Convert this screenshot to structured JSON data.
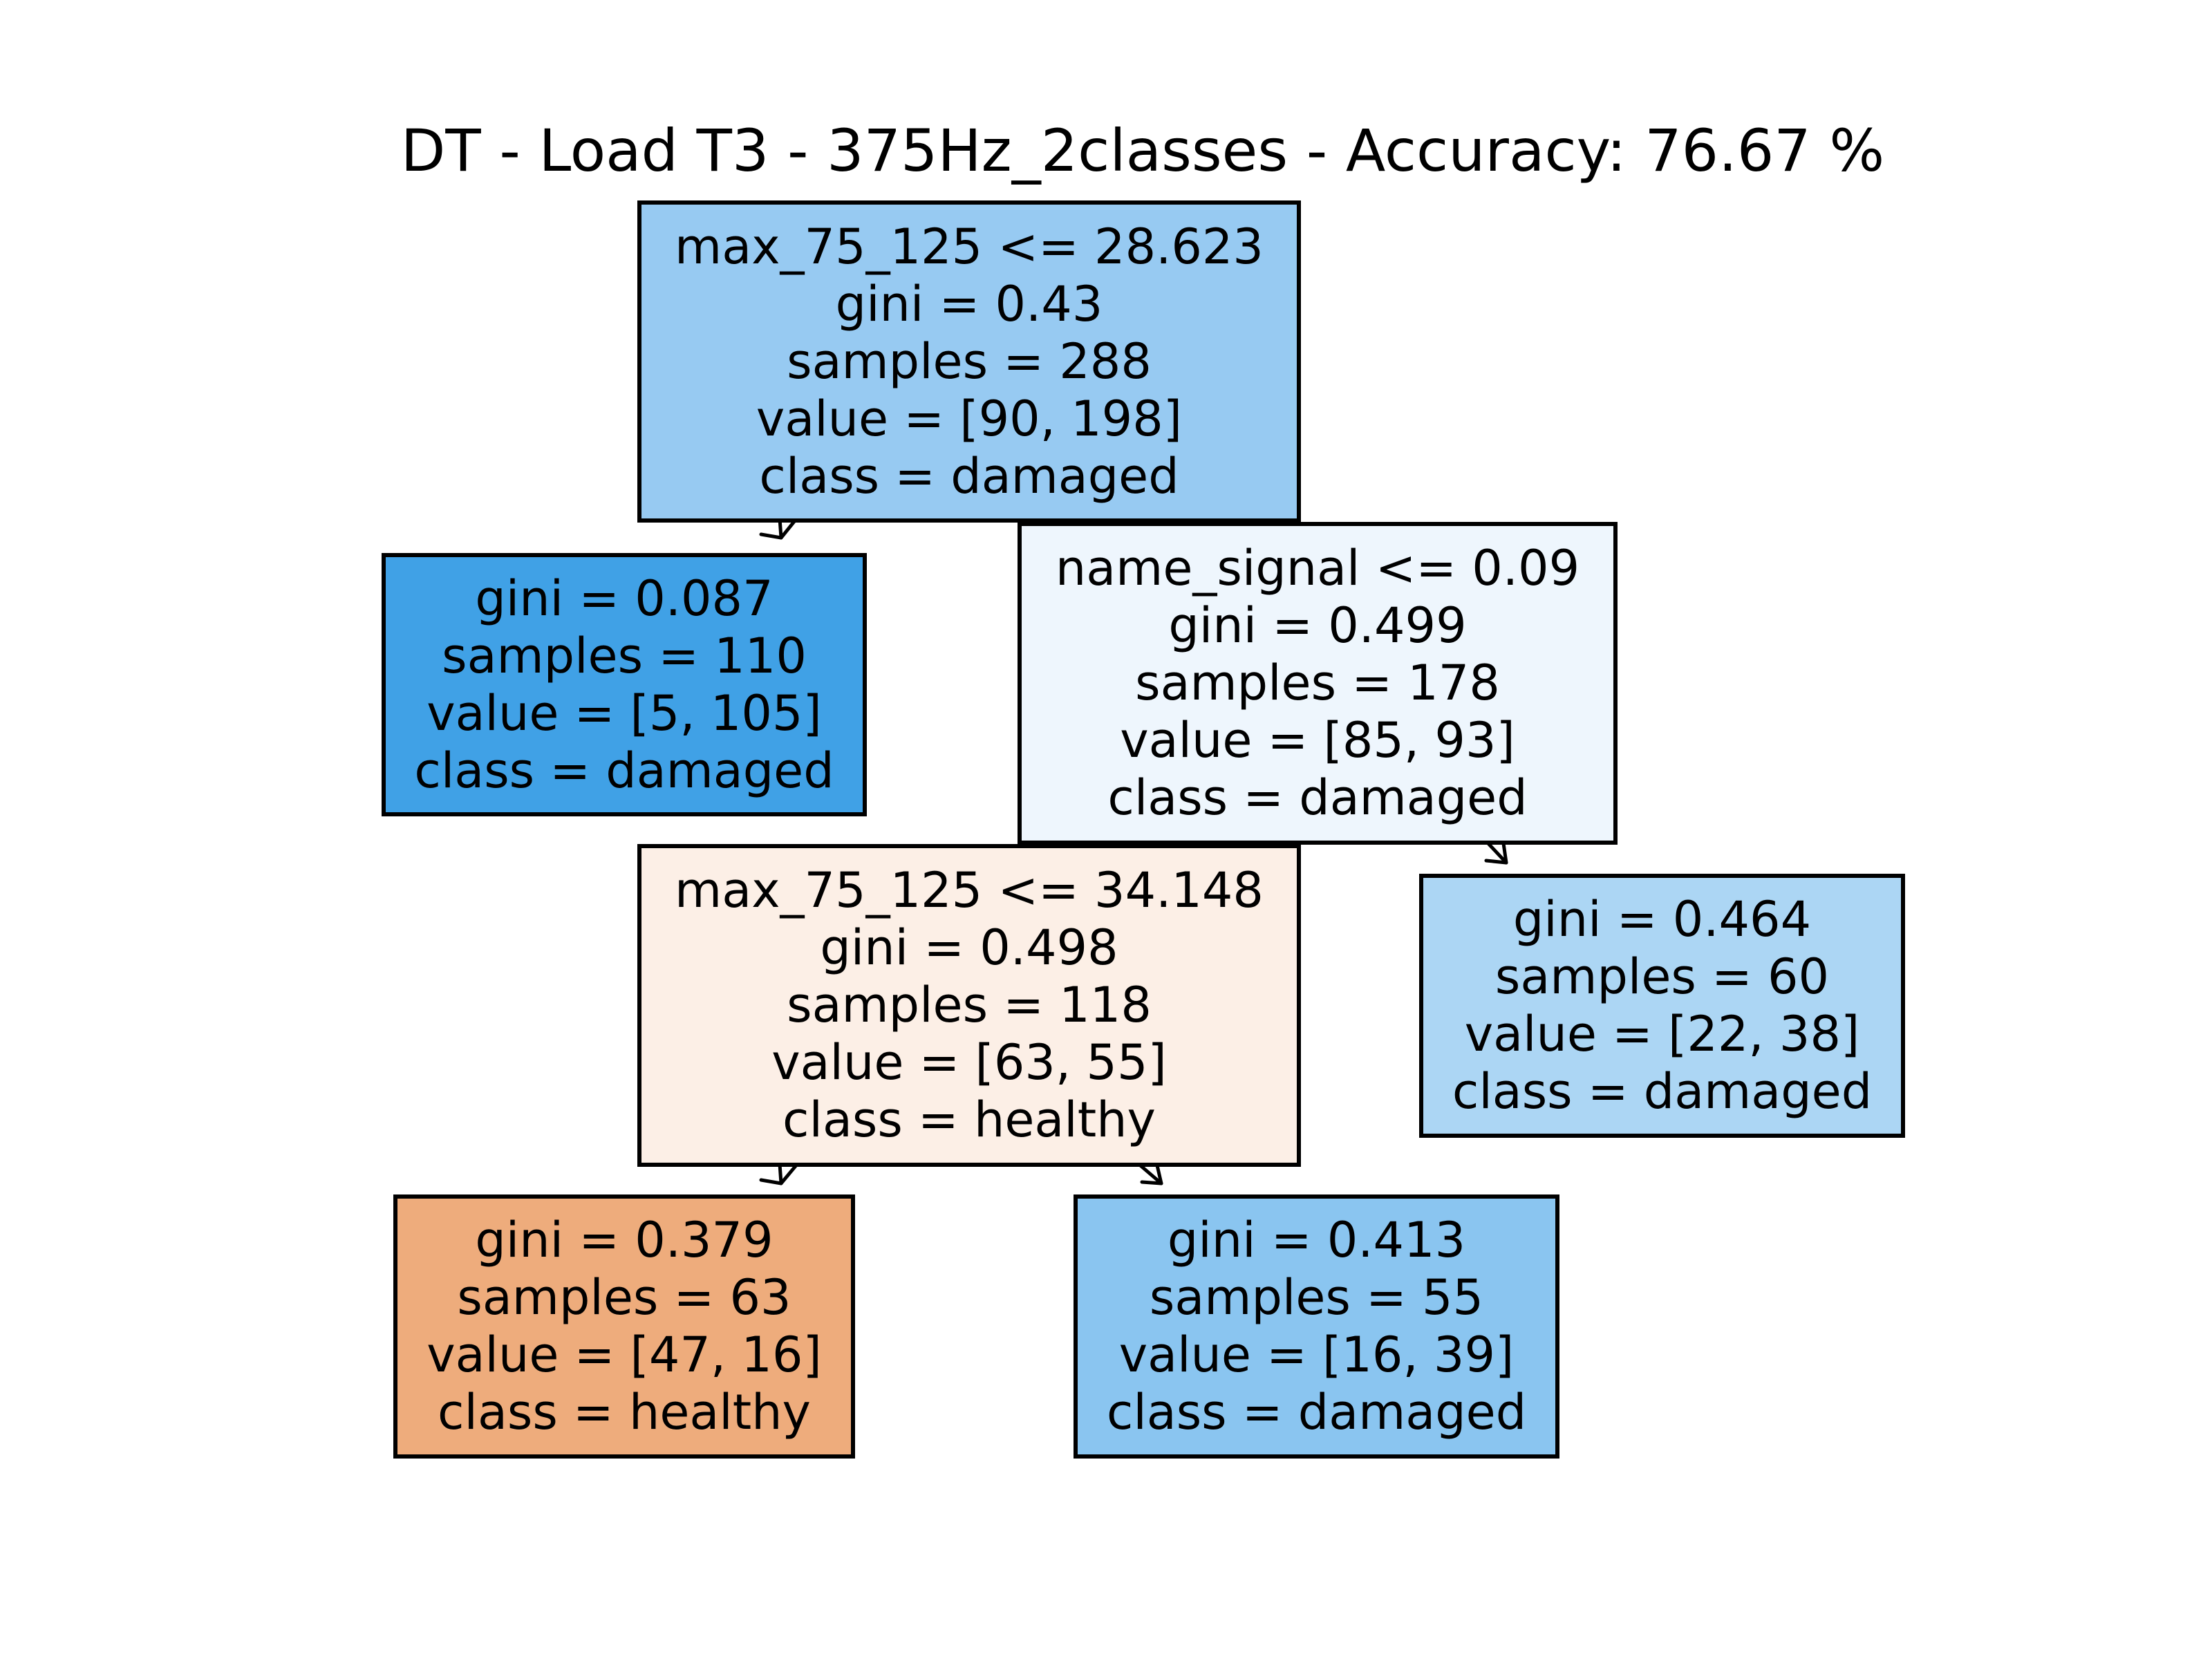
{
  "title": "DT - Load T3 - 375Hz_2classes - Accuracy: 76.67 %",
  "nodes": {
    "root": {
      "condition": "max_75_125 <= 28.623",
      "gini": "gini = 0.43",
      "samples": "samples = 288",
      "value": "value = [90, 198]",
      "class": "class = damaged",
      "fill": "#97caf2"
    },
    "left_leaf": {
      "gini": "gini = 0.087",
      "samples": "samples = 110",
      "value": "value = [5, 105]",
      "class": "class = damaged",
      "fill": "#40a1e6"
    },
    "right_split": {
      "condition": "name_signal <= 0.09",
      "gini": "gini = 0.499",
      "samples": "samples = 178",
      "value": "value = [85, 93]",
      "class": "class = damaged",
      "fill": "#eef6fd"
    },
    "mid_split": {
      "condition": "max_75_125 <= 34.148",
      "gini": "gini = 0.498",
      "samples": "samples = 118",
      "value": "value = [63, 55]",
      "class": "class = healthy",
      "fill": "#fcefe6"
    },
    "right_leaf": {
      "gini": "gini = 0.464",
      "samples": "samples = 60",
      "value": "value = [22, 38]",
      "class": "class = damaged",
      "fill": "#acd6f4"
    },
    "bottom_left_leaf": {
      "gini": "gini = 0.379",
      "samples": "samples = 63",
      "value": "value = [47, 16]",
      "class": "class = healthy",
      "fill": "#eeac7c"
    },
    "bottom_right_leaf": {
      "gini": "gini = 0.413",
      "samples": "samples = 55",
      "value": "value = [16, 39]",
      "class": "class = damaged",
      "fill": "#8ac5f0"
    }
  }
}
